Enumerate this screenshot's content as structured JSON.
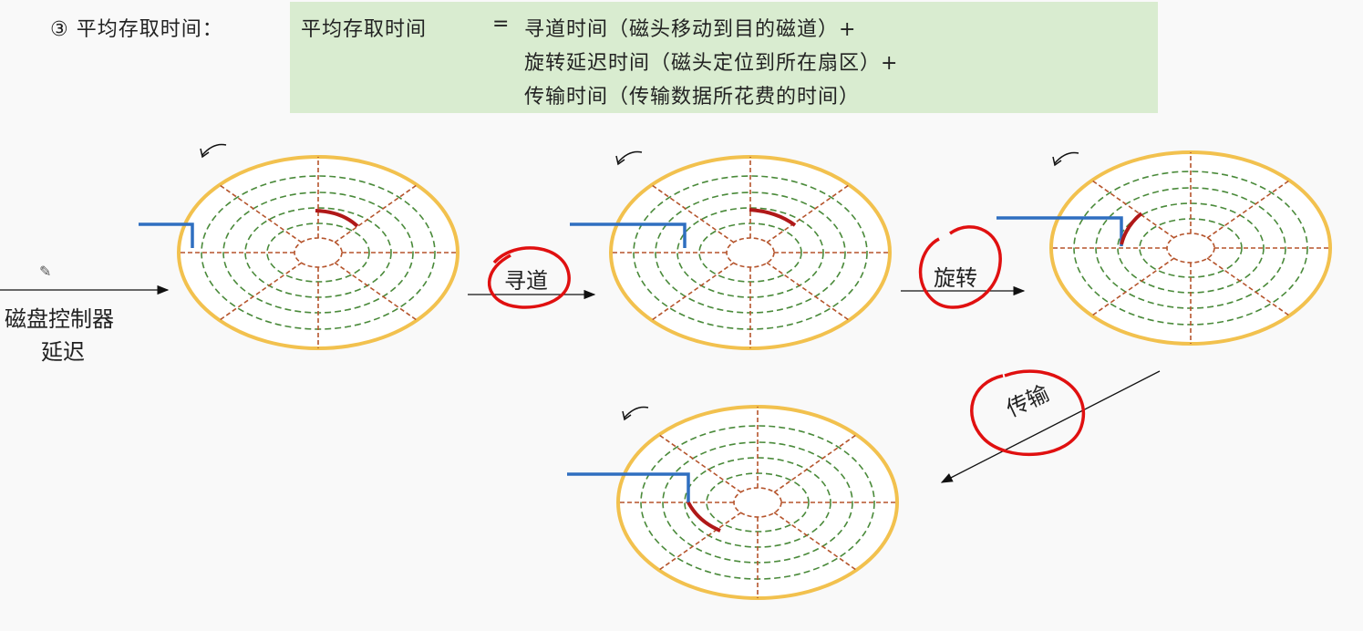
{
  "heading": "③ 平均存取时间：",
  "formula": {
    "lhs": "平均存取时间",
    "eq": "=",
    "line1": "寻道时间（磁头移动到目的磁道）+",
    "line2": "旋转延迟时间（磁头定位到所在扇区）+",
    "line3": "传输时间（传输数据所花费的时间）"
  },
  "labels": {
    "controller_line1": "磁盘控制器",
    "controller_line2": "延迟",
    "seek": "寻道",
    "rotate": "旋转",
    "transfer": "传输"
  },
  "colors": {
    "disk_edge": "#f2c14e",
    "track": "#4a8a3a",
    "sector_line": "#b5542c",
    "arm": "#2f6fc0",
    "data_arc": "#b01818",
    "annotation": "#e01010",
    "formula_bg": "#d9ecd0"
  },
  "icons": [
    "pencil-icon",
    "rotation-arrow-icon",
    "arrow-icon"
  ]
}
